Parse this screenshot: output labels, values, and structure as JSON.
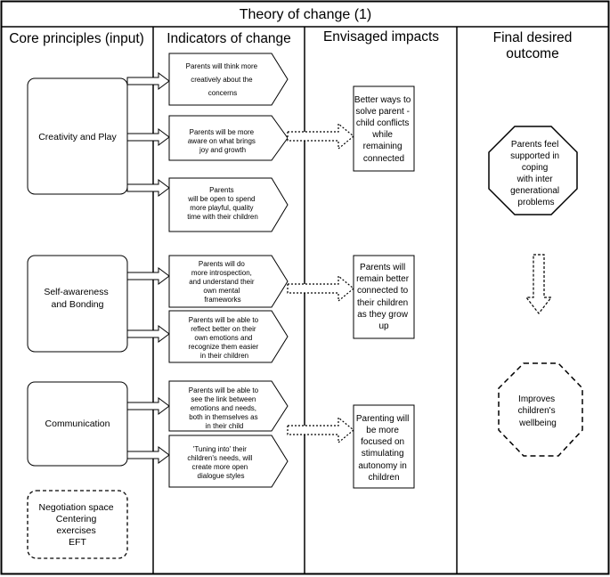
{
  "title": "Theory of change (1)",
  "columns": {
    "core": "Core principles (input)",
    "indicators": "Indicators of change",
    "impacts": "Envisaged impacts",
    "outcome": [
      "Final desired",
      "outcome"
    ]
  },
  "principles": [
    {
      "lines": [
        "Creativity and Play"
      ]
    },
    {
      "lines": [
        "Self-awareness",
        "and Bonding"
      ]
    },
    {
      "lines": [
        "Communication"
      ]
    }
  ],
  "negotiation": {
    "lines": [
      "Negotiation space",
      "Centering",
      "exercises",
      "EFT"
    ]
  },
  "indicators": [
    {
      "lines": [
        "Parents will think more",
        "creatively about the",
        "concerns"
      ]
    },
    {
      "lines": [
        "Parents will be more",
        "aware on what brings",
        "joy and growth"
      ]
    },
    {
      "lines": [
        "Parents",
        "will be open to spend",
        "more playful, quality",
        "time with their children"
      ]
    },
    {
      "lines": [
        "Parents will do",
        "more introspection,",
        "and understand their",
        "own mental",
        "frameworks"
      ]
    },
    {
      "lines": [
        "Parents will be able to",
        "reflect better on their",
        "own emotions and",
        "recognize them easier",
        "in their children"
      ]
    },
    {
      "lines": [
        "Parents will be able to",
        "see the link between",
        "emotions and needs,",
        "both in themselves as",
        "in their child"
      ]
    },
    {
      "lines": [
        "'Tuning into' their",
        "children's needs, will",
        "create more open",
        "dialogue styles"
      ]
    }
  ],
  "impacts": [
    {
      "lines": [
        "Better ways to",
        "solve parent -",
        "child conflicts",
        "while",
        "remaining",
        "connected"
      ]
    },
    {
      "lines": [
        "Parents will",
        "remain better",
        "connected to",
        "their children",
        "as they grow",
        "up"
      ]
    },
    {
      "lines": [
        "Parenting will",
        "be more",
        "focused on",
        "stimulating",
        "autonomy in",
        "children"
      ]
    }
  ],
  "outcomes": [
    {
      "lines": [
        "Parents feel",
        "supported in",
        "coping",
        "with inter",
        "generational",
        "problems"
      ]
    },
    {
      "lines": [
        "Improves",
        "children's",
        "wellbeing"
      ]
    }
  ]
}
